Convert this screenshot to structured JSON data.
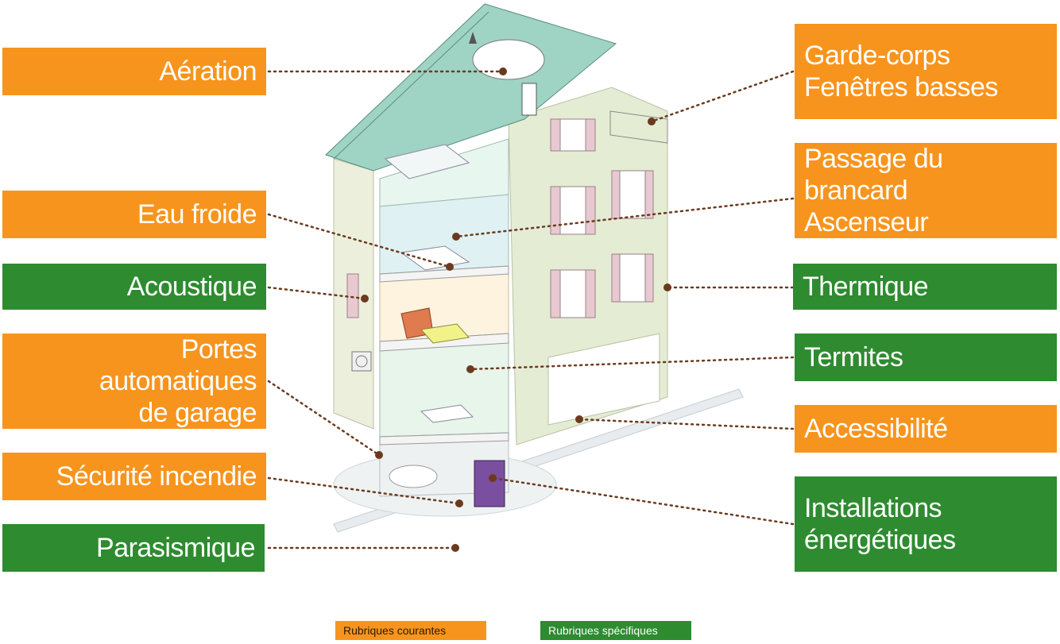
{
  "labels_left": [
    {
      "id": "aeration",
      "text": "Aération",
      "color": "orange"
    },
    {
      "id": "eau-froide",
      "text": "Eau froide",
      "color": "orange"
    },
    {
      "id": "acoustique",
      "text": "Acoustique",
      "color": "green"
    },
    {
      "id": "portes",
      "lines": [
        "Portes",
        "automatiques",
        "de garage"
      ],
      "color": "orange"
    },
    {
      "id": "securite-incendie",
      "text": "Sécurité incendie",
      "color": "orange"
    },
    {
      "id": "parasismique",
      "text": "Parasismique",
      "color": "green"
    }
  ],
  "labels_right": [
    {
      "id": "garde-corps",
      "lines": [
        "Garde-corps",
        "Fenêtres basses"
      ],
      "color": "orange"
    },
    {
      "id": "passage-brancard",
      "lines": [
        "Passage du",
        "brancard",
        "Ascenseur"
      ],
      "color": "orange"
    },
    {
      "id": "thermique",
      "text": "Thermique",
      "color": "green"
    },
    {
      "id": "termites",
      "text": "Termites",
      "color": "green"
    },
    {
      "id": "accessibilite",
      "text": "Accessibilité",
      "color": "orange"
    },
    {
      "id": "installations",
      "lines": [
        "Installations",
        "énergétiques"
      ],
      "color": "green"
    }
  ],
  "legend": {
    "courantes": "Rubriques courantes",
    "specifiques": "Rubriques spécifiques"
  },
  "colors": {
    "orange": "#F7941D",
    "green": "#2E8B30",
    "leader": "#6B3A1E"
  }
}
